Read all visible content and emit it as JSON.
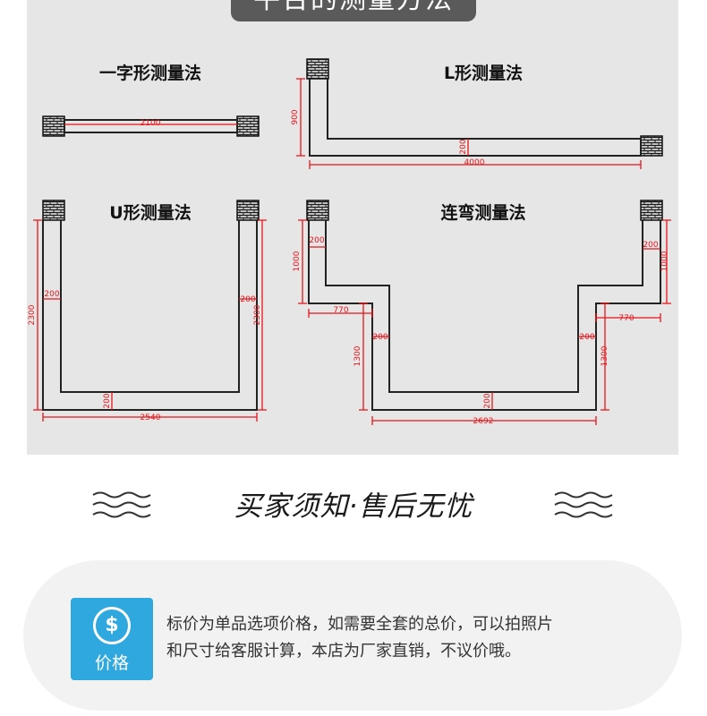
{
  "banner": {
    "title": "平台的测量方法"
  },
  "methods": {
    "straight": {
      "title": "一字形测量法",
      "width": "2100"
    },
    "l_shape": {
      "title": "L形测量法",
      "height": "900",
      "depth": "200",
      "width": "4000"
    },
    "u_shape": {
      "title": "U形测量法",
      "left_height": "2300",
      "right_height": "2300",
      "left_depth": "200",
      "right_depth": "200",
      "bottom_depth": "200",
      "width": "2540"
    },
    "multi_bend": {
      "title": "连弯测量法",
      "left_top_depth": "200",
      "left_top_height": "1000",
      "left_step": "770",
      "left_mid_depth": "200",
      "left_low_height": "1300",
      "bottom_depth": "200",
      "width": "2692",
      "right_top_depth": "200",
      "right_top_height": "1000",
      "right_step": "770",
      "right_mid_depth": "200",
      "right_low_height": "1300"
    }
  },
  "section_heading": "买家须知·售后无忧",
  "notice": {
    "icon": "dollar-coin-icon",
    "badge_label": "价格",
    "line1": "标价为单品选项价格，如需要全套的总价，可以拍照片",
    "line2": "和尺寸给客服计算，本店为厂家直销，不议价哦。"
  },
  "colors": {
    "accent": "#2fa8e0",
    "dimension": "#e8141a",
    "panel": "#e6e6e6",
    "banner": "#5a5a5a"
  }
}
